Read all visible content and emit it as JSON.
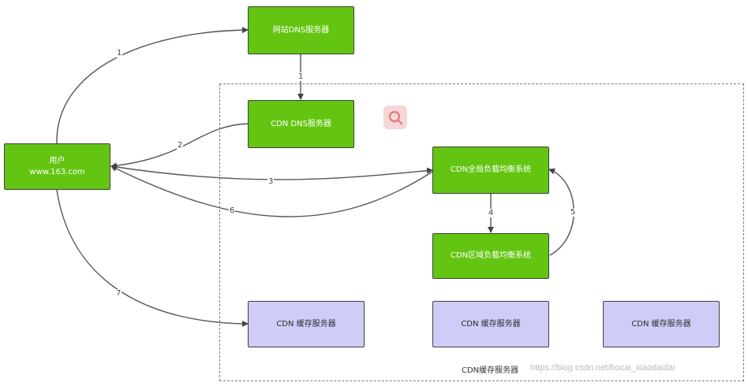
{
  "nodes": {
    "site_dns": "网站DNS服务器",
    "cdn_dns": "CDN DNS服务器",
    "user_line1": "用户",
    "user_line2": "www.163.com",
    "global_lb": "CDN全局负载均衡系统",
    "region_lb": "CDN区域负载均衡系统",
    "cache1": "CDN 缓存服务器",
    "cache2": "CDN 缓存服务器",
    "cache3": "CDN 缓存服务器"
  },
  "cluster_label": "CDN缓存服务器",
  "edges": {
    "e1a": "1",
    "e1b": "1",
    "e2": "2",
    "e3": "3",
    "e4": "4",
    "e5": "5",
    "e6": "6",
    "e7": "7"
  },
  "watermark": "https://blog.csdn.net/bocai_xiaodaidai",
  "icons": {
    "overlay": "search-icon"
  },
  "colors": {
    "green_node": "#63c512",
    "purple_node": "#cfcdf7",
    "edge": "#555555"
  }
}
